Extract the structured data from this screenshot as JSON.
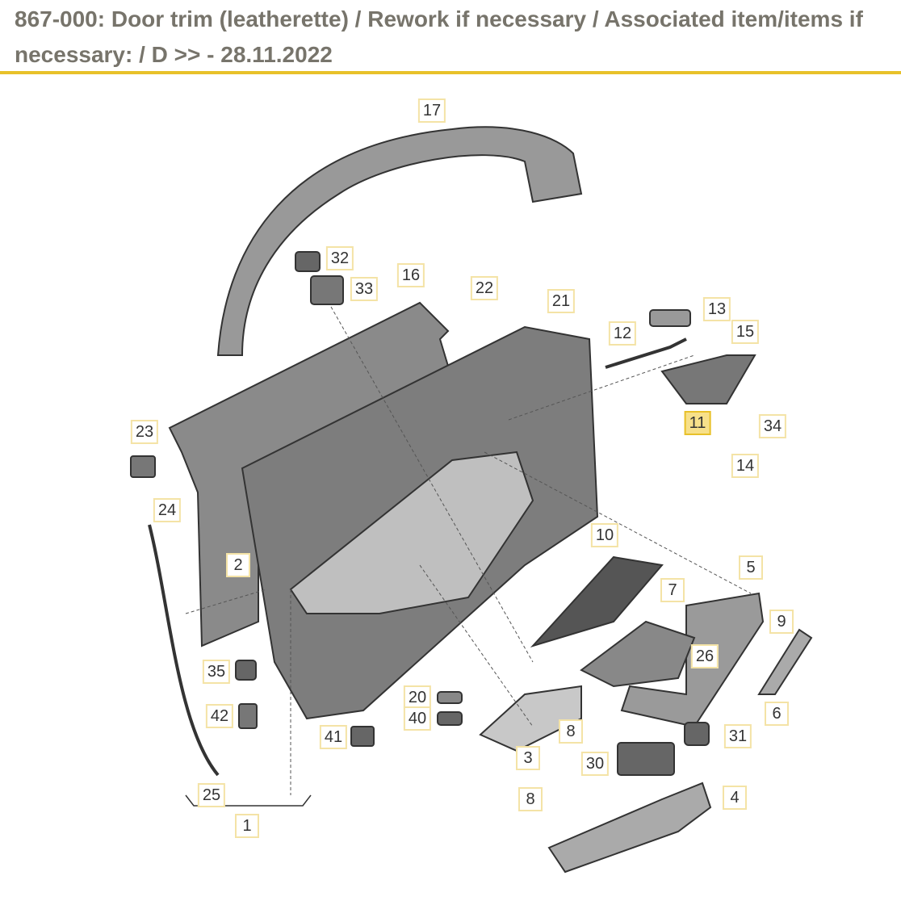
{
  "header": {
    "line1": "867-000: Door trim (leatherette) / Rework if necessary / Associated item/items if",
    "line2": "necessary: / D >> - 28.11.2022"
  },
  "accent": "#e8c12a",
  "highlighted_part": "11",
  "callouts": [
    "17",
    "32",
    "33",
    "16",
    "22",
    "21",
    "13",
    "15",
    "12",
    "11",
    "34",
    "14",
    "23",
    "24",
    "2",
    "10",
    "5",
    "7",
    "9",
    "26",
    "6",
    "35",
    "42",
    "20",
    "40",
    "41",
    "3",
    "8",
    "31",
    "30",
    "25",
    "1",
    "8",
    "4"
  ]
}
